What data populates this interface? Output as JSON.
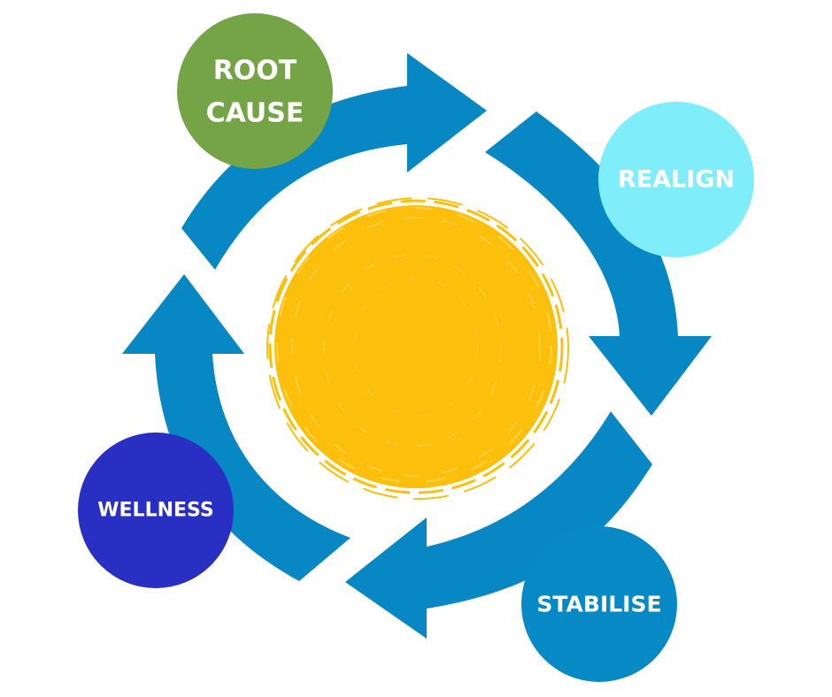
{
  "diagram": {
    "type": "cycle",
    "colors": {
      "ring": "#0788c4",
      "center": "#fcbf0b",
      "root_cause": "#75a446",
      "realign": "#80edfb",
      "stabilise": "#0689c4",
      "wellness": "#2a2fc4",
      "label_text": "#ffffff"
    },
    "nodes": [
      {
        "id": "root_cause",
        "lines": [
          "ROOT",
          "CAUSE"
        ]
      },
      {
        "id": "realign",
        "lines": [
          "REALIGN"
        ]
      },
      {
        "id": "stabilise",
        "lines": [
          "STABILISE"
        ]
      },
      {
        "id": "wellness",
        "lines": [
          "WELLNESS"
        ]
      }
    ],
    "flow": [
      "root_cause",
      "realign",
      "stabilise",
      "wellness",
      "root_cause"
    ],
    "center_icon": "scribbled-sun-circle"
  }
}
